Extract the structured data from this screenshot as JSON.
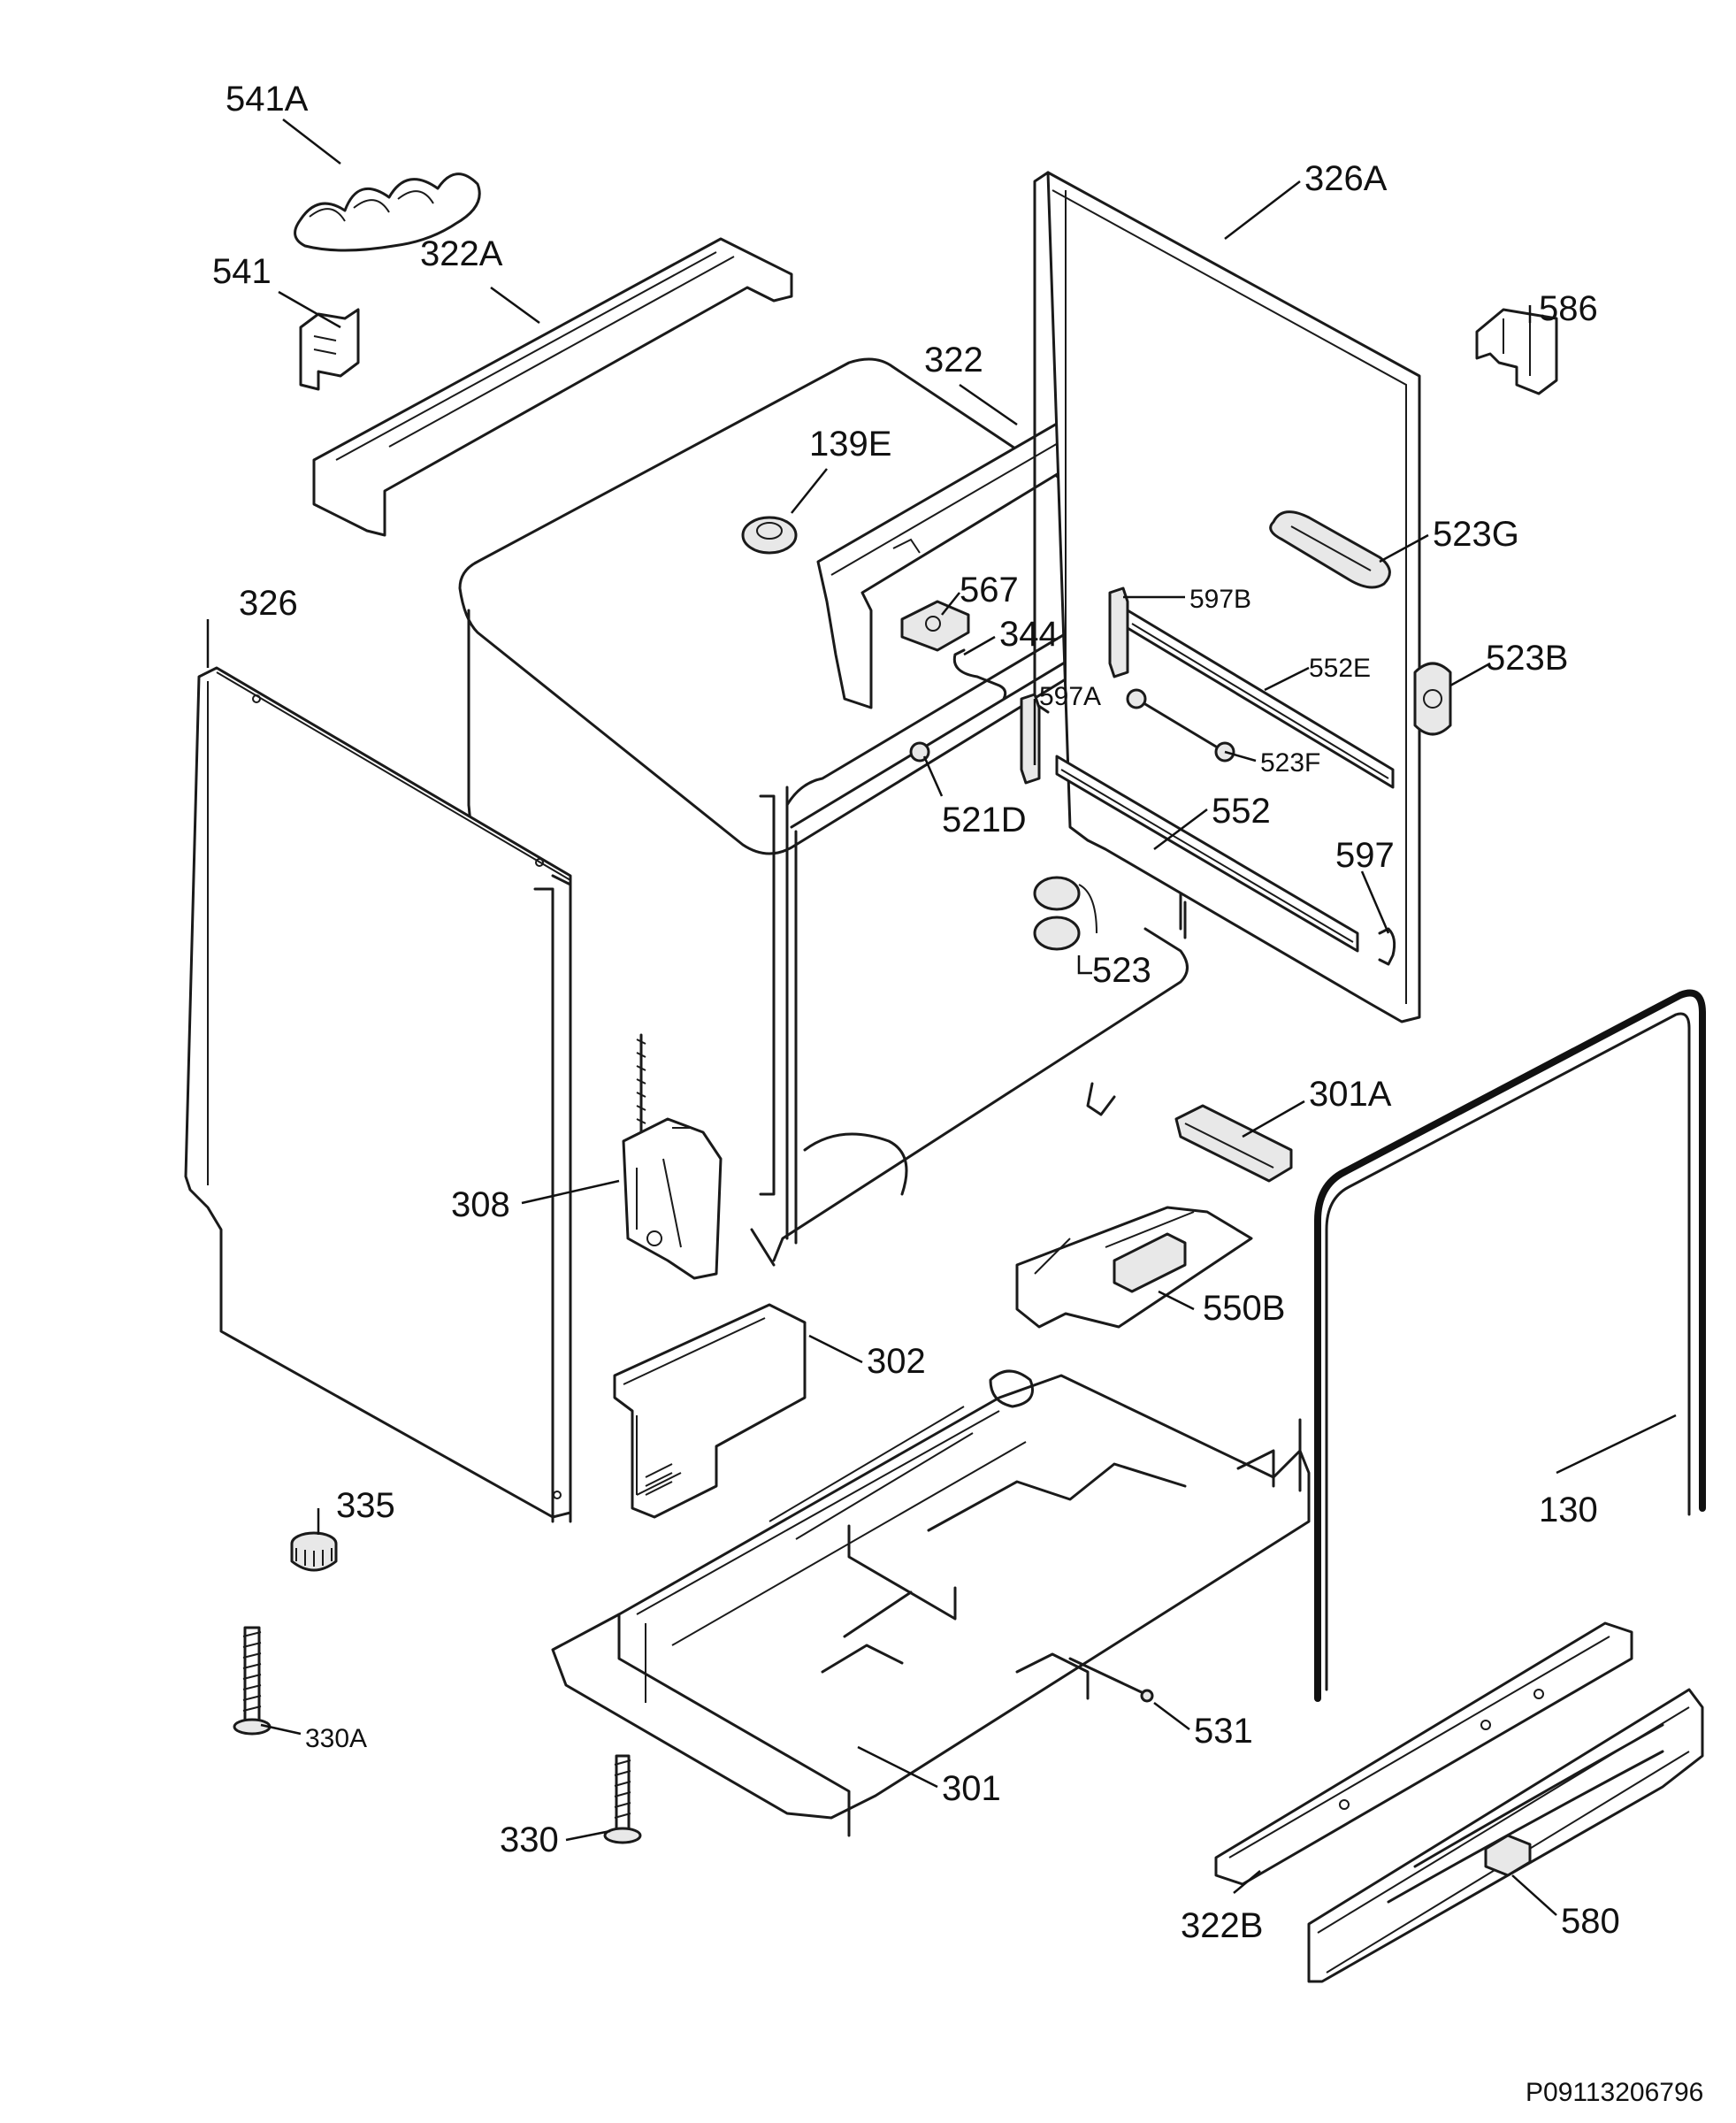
{
  "parts": {
    "p541A": "541A",
    "p541": "541",
    "p322A": "322A",
    "p322": "322",
    "p326A": "326A",
    "p586": "586",
    "p139E": "139E",
    "p523G": "523G",
    "p326": "326",
    "p567": "567",
    "p597B": "597B",
    "p344": "344",
    "p552E": "552E",
    "p523B": "523B",
    "p597A": "597A",
    "p523F": "523F",
    "p521D": "521D",
    "p552": "552",
    "p597": "597",
    "p523": "523",
    "p301A": "301A",
    "p308": "308",
    "p550B": "550B",
    "p302": "302",
    "p335": "335",
    "p130": "130",
    "p330A": "330A",
    "p531": "531",
    "p301": "301",
    "p330": "330",
    "p322B": "322B",
    "p580": "580"
  },
  "reference_code": "P09113206796"
}
